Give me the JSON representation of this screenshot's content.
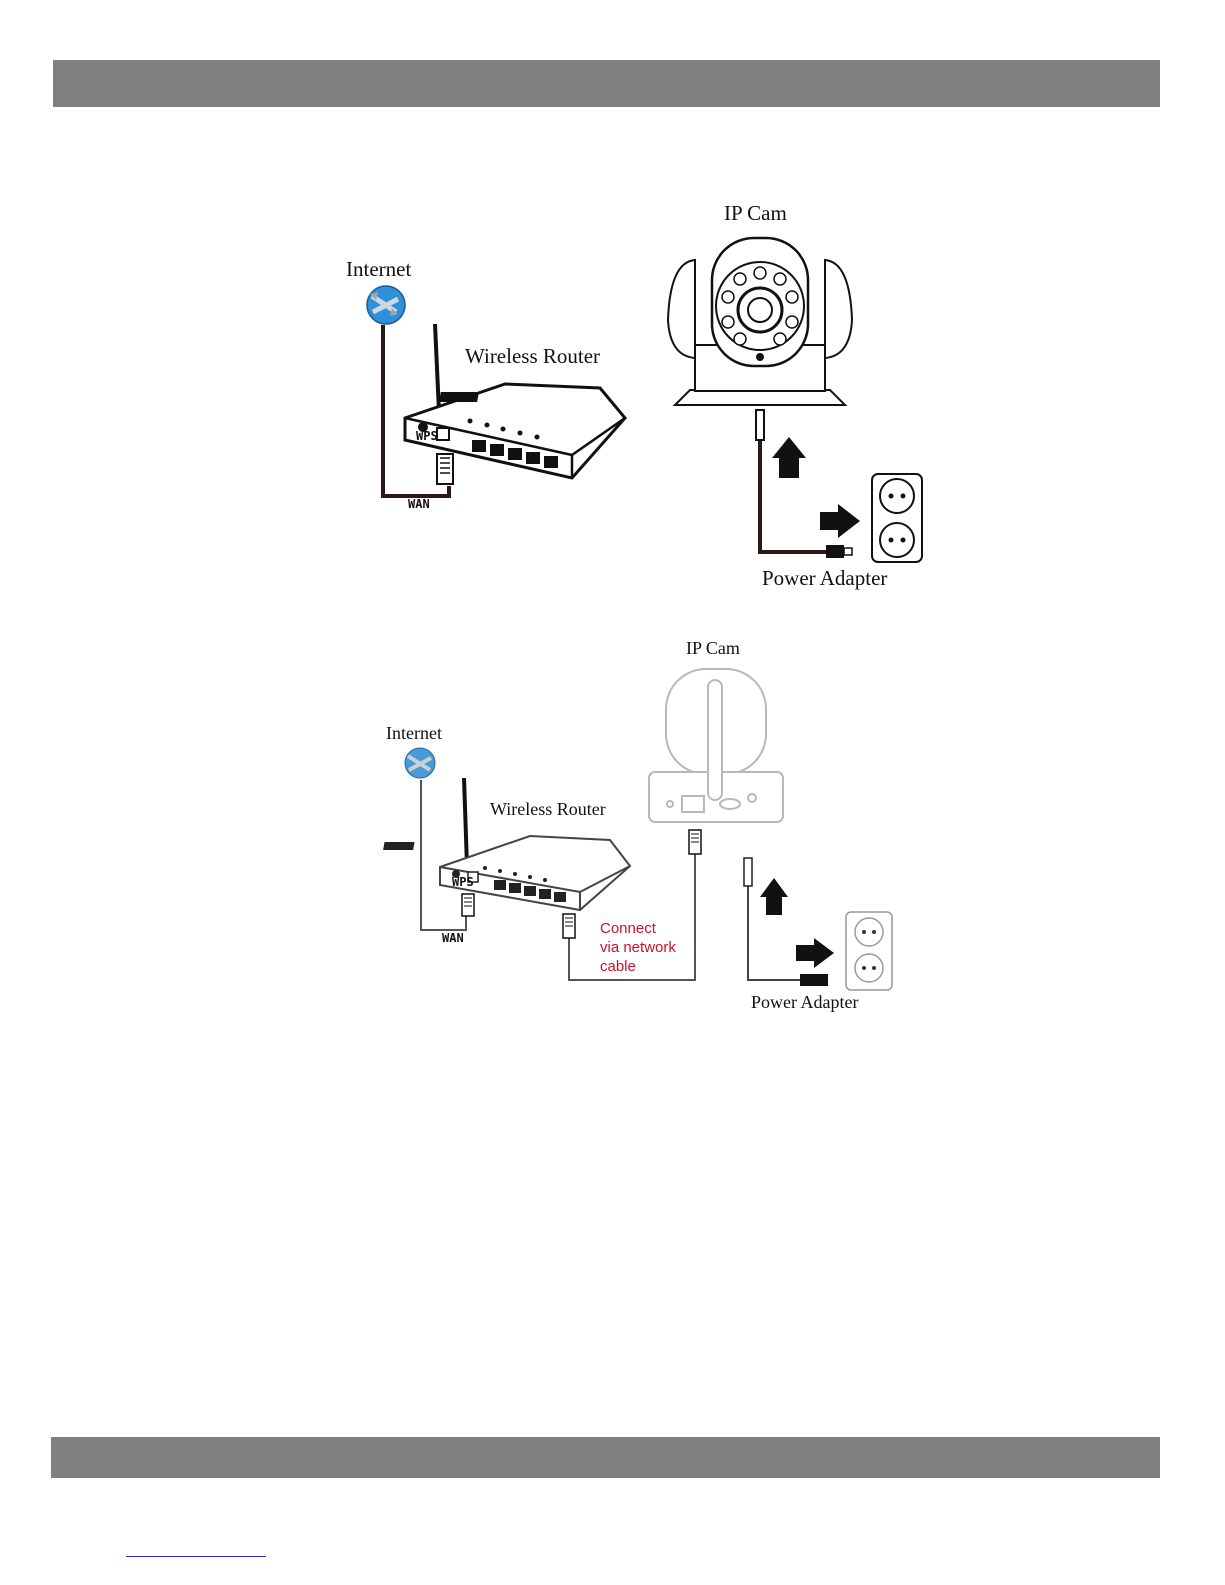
{
  "diagram1": {
    "internet_label": "Internet",
    "router_label": "Wireless Router",
    "wan_label": "WAN",
    "wps_label": "WPS",
    "camera_label": "IP Cam",
    "power_label": "Power Adapter"
  },
  "diagram2": {
    "internet_label": "Internet",
    "router_label": "Wireless Router",
    "wan_label": "WAN",
    "wps_label": "WPS",
    "camera_label": "IP Cam",
    "power_label": "Power Adapter",
    "cable_note": [
      "Connect",
      "via network",
      "cable"
    ]
  },
  "colors": {
    "bar": "#808080",
    "note_red": "#d0102c",
    "globe_blue": "#2f8fd8"
  }
}
